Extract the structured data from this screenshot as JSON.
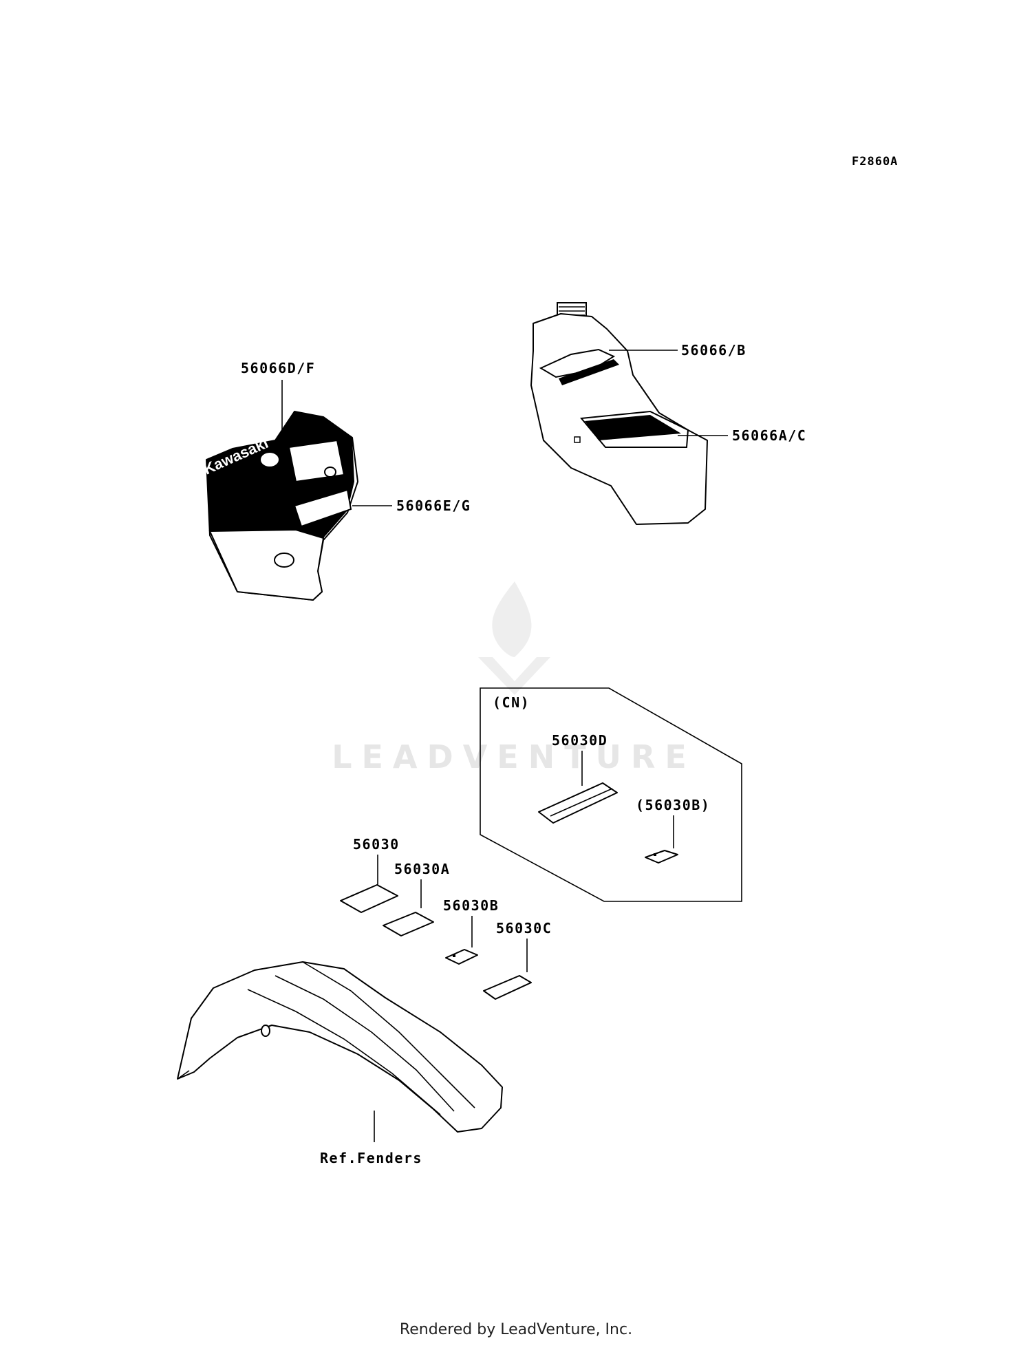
{
  "figure_code": "F2860A",
  "labels": {
    "side_cover_upper": "56066D/F",
    "side_cover_lower": "56066E/G",
    "tank_upper": "56066/B",
    "tank_lower": "56066A/C",
    "cn_region": "(CN)",
    "cn_label_d": "56030D",
    "cn_label_b": "(56030B)",
    "label_56030": "56030",
    "label_56030a": "56030A",
    "label_56030b": "56030B",
    "label_56030c": "56030C",
    "ref_fenders": "Ref.Fenders"
  },
  "decal_text": {
    "brand": "Kawasaki"
  },
  "watermark": "LEADVENTURE",
  "footer": "Rendered by LeadVenture, Inc."
}
